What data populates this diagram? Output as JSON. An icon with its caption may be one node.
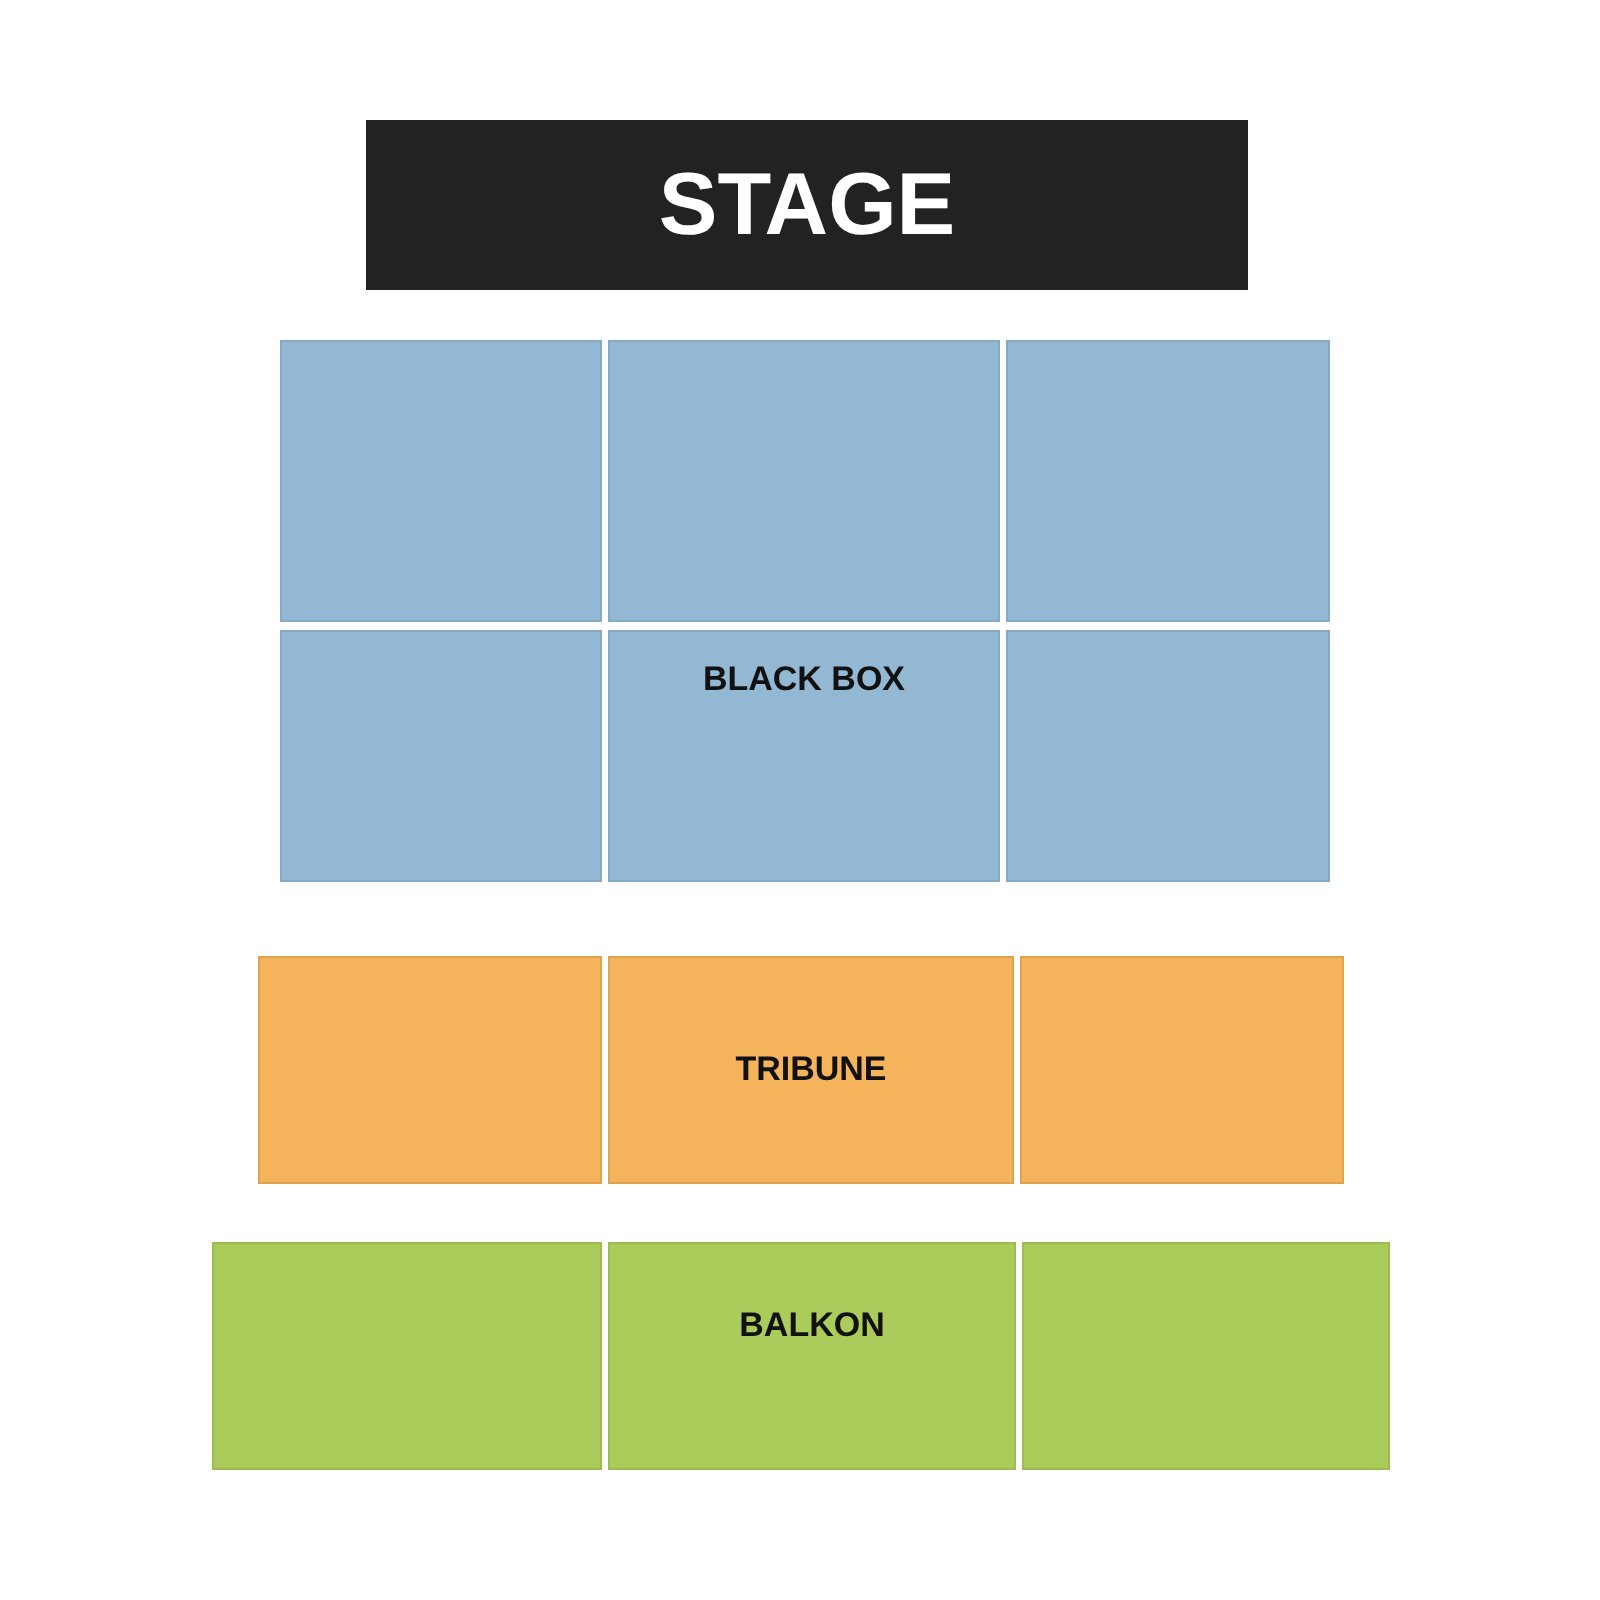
{
  "diagram": {
    "nodes": [
      {
        "text": [
          "STAGE"
        ]
      },
      {
        "text": [],
        "shape": "box"
      },
      {
        "text": [],
        "shape": "box"
      },
      {
        "text": [],
        "shape": "box"
      },
      {
        "text": [],
        "shape": "box"
      },
      {
        "text": [
          "BLACK BOX"
        ]
      },
      {
        "text": [],
        "shape": "box"
      },
      {
        "text": [],
        "shape": "box"
      },
      {
        "text": [
          "TRIBUNE"
        ]
      },
      {
        "text": [],
        "shape": "box"
      },
      {
        "text": [],
        "shape": "box"
      },
      {
        "text": [
          "BALKON"
        ]
      },
      {
        "text": [],
        "shape": "box"
      }
    ]
  }
}
